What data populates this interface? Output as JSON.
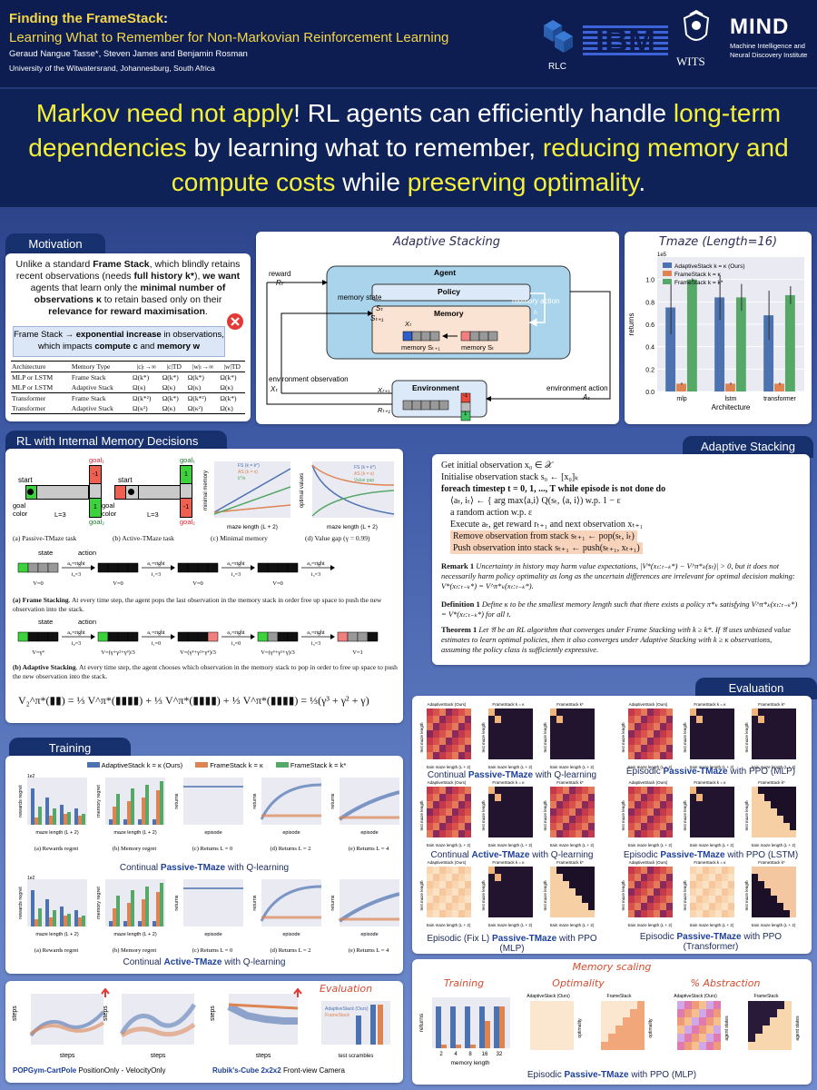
{
  "header": {
    "title_part1": "Finding the FrameStack",
    "title_part1_suffix": ":",
    "title_part2": "Learning What to Remember for Non-Markovian Reinforcement Learning",
    "authors": "Geraud Nangue Tasse*, Steven James and Benjamin Rosman",
    "affiliation": "University of the Witwatersrand, Johannesburg, South Africa",
    "logos": {
      "rlc": "RLC",
      "ibm": "IBM",
      "wits": "WITS",
      "mind": "MIND",
      "mind_sub": "Machine Intelligence and Neural Discovery Institute"
    }
  },
  "banner": {
    "seg1": "Markov need not apply",
    "seg2": "! RL agents can efficiently handle ",
    "seg3": "long-term dependencies",
    "seg4": " by learning what to remember, ",
    "seg5": "reducing memory and compute costs",
    "seg6": " while ",
    "seg7": "preserving optimality",
    "seg8": "."
  },
  "motivation": {
    "tab": "Motivation",
    "para_a": "Unlike a standard ",
    "para_b": "Frame Stack",
    "para_c": ", which blindly retains recent observations (needs ",
    "para_d": "full history k*",
    "para_e": "), ",
    "para_f": "we want",
    "para_g": " agents that learn only the ",
    "para_h": "minimal number of observations κ",
    "para_i": " to retain based only on their ",
    "para_j": "relevance for reward maximisation",
    "para_k": ".",
    "box_a": "Frame Stack → ",
    "box_b": "exponential increase",
    "box_c": " in observations, which impacts ",
    "box_d": "compute c",
    "box_e": " and ",
    "box_f": "memory w",
    "table_headers": [
      "Architecture",
      "Memory Type",
      "|c|ₜ→∞",
      "|c|TD",
      "|w|ₜ→∞",
      "|w|TD"
    ],
    "table_rows": [
      [
        "MLP or LSTM",
        "Frame Stack",
        "Ω(k*)",
        "Ω(k*)",
        "Ω(k*)",
        "Ω(k*)"
      ],
      [
        "MLP or LSTM",
        "Adaptive Stack",
        "Ω(κ)",
        "Ω(κ)",
        "Ω(κ)",
        "Ω(κ)"
      ],
      [
        "Transformer",
        "Frame Stack",
        "Ω(k*²)",
        "Ω(k*)",
        "Ω(k*²)",
        "Ω(k*)"
      ],
      [
        "Transformer",
        "Adaptive Stack",
        "Ω(κ²)",
        "Ω(κ)",
        "Ω(κ²)",
        "Ω(κ)"
      ]
    ]
  },
  "diagram": {
    "title": "Adaptive Stacking",
    "reward": "reward",
    "reward_sym": "Rₜ",
    "agent": "Agent",
    "memory_state": "memory state",
    "s_t": "Sₜ",
    "s_t1": "Sₜ₊₁",
    "policy": "Policy",
    "memory_action": "memory action",
    "i_t": "Iₜ",
    "memory": "Memory",
    "x_t": "Xₜ",
    "mem_s_t1": "memory Sₜ₊₁",
    "mem_s_t": "memory Sₜ",
    "env_obs": "environment observation",
    "env_obs_sym": "Xₜ",
    "environment": "Environment",
    "x_t1": "Xₜ₊₁",
    "r_t1": "Rₜ₊₁",
    "env_action": "environment action",
    "a_t": "Aₜ",
    "cells": [
      "-1",
      "",
      "1"
    ]
  },
  "tmaze_chart": {
    "title": "Tmaze (Length=16)",
    "scale": "1e5"
  },
  "chart_data": {
    "type": "bar",
    "categories": [
      "mlp",
      "lstm",
      "transformer"
    ],
    "series": [
      {
        "name": "AdaptiveStack k = κ (Ours)",
        "values": [
          0.75,
          0.84,
          0.68
        ],
        "err": [
          0.24,
          0.2,
          0.22
        ]
      },
      {
        "name": "FrameStack k = κ",
        "values": [
          0.07,
          0.07,
          0.07
        ],
        "err": [
          0.01,
          0.01,
          0.01
        ]
      },
      {
        "name": "FrameStack k = k*",
        "values": [
          1.0,
          0.84,
          0.86
        ],
        "err": [
          0.01,
          0.12,
          0.08
        ]
      }
    ],
    "xlabel": "Architecture",
    "ylabel": "returns",
    "ylim": [
      0,
      1.2
    ],
    "yticks": [
      "0.0",
      "0.2",
      "0.4",
      "0.6",
      "0.8",
      "1.0"
    ],
    "colors": [
      "#4c72b0",
      "#dd8452",
      "#55a868"
    ],
    "legend": "top"
  },
  "rl_internal": {
    "tab": "RL with Internal Memory Decisions",
    "start": "start",
    "goal_color": "goal color",
    "goal1": "goal₁",
    "goal2": "goal₂",
    "l3": "L=3",
    "cell_neg": "-1",
    "cell_pos": "1",
    "cap_a": "(a) Passive-TMaze task",
    "cap_b": "(b) Active-TMaze task",
    "cap_c": "(c) Minimal memory",
    "cap_d": "(d) Value gap (γ = 0.99)",
    "plot_c_xlabel": "maze length (L + 2)",
    "plot_c_ylabel": "minimal memory",
    "plot_c_legend": [
      "FS (k = k*)",
      "AS (k = κ)",
      "k*/κ"
    ],
    "plot_d_xlabel": "maze length (L + 2)",
    "plot_d_ylabel": "optimal values",
    "plot_d_legend": [
      "FS (k = k*)",
      "AS (k = κ)",
      "Value gap"
    ],
    "state": "state",
    "action": "action",
    "fs_steps": [
      "a₀=right, i₀=3",
      "a₁=right, i₁=3",
      "a₂=right, i₂=3",
      "a₃=right, i₃=3"
    ],
    "fs_values": [
      "V=0",
      "V=0",
      "V=0",
      "V=0"
    ],
    "fs_caption_bold": "(a) Frame Stacking",
    "fs_caption": ". At every time step, the agent pops the last observation in the memory stack in order free up space to push the new observation into the stack.",
    "as_steps": [
      "a₀=right, i₀=3",
      "a₁=right, i₁=0",
      "a₂=right, i₂=0",
      "a₃=right, i₃=3"
    ],
    "as_values": [
      "V=γ⁴",
      "V=(γ+γ²+γ³)/3",
      "V=(γ³+γ²+γ⁴)/3",
      "V=(γ³+γ²+γ)/3",
      "V=1"
    ],
    "as_caption_bold": "(b) Adaptive Stacking",
    "as_caption": ". At every time step, the agent chooses which observation in the memory stack to pop in order to free up space to push the new observation into the stack.",
    "equation": "V₂^π*(▮▮) = ⅓ V^π*(▮▮▮▮) + ⅓ V^π*(▮▮▮▮) + ⅓ V^π*(▮▮▮▮) = ⅓(γ³ + γ² + γ)"
  },
  "adaptive_stacking": {
    "tab": "Adaptive Stacking",
    "algo": [
      "Get initial observation x₀ ∈ 𝒳",
      "Initialise observation stack s₀ ← [x₀]ₖ",
      "foreach timestep t = 0, 1, ..., T while episode is not done do",
      "⟨aₜ, iₜ⟩ ← { arg max⟨a,i⟩ Q(sₜ, ⟨a, i⟩)   w.p. 1 − ε",
      "              a random action   w.p. ε",
      "Execute aₜ, get reward rₜ₊₁ and next observation xₜ₊₁",
      "Remove observation from stack sₜ₊₁ ← pop(sₜ, iₜ)",
      "Push observation into stack sₜ₊₁ ← push(sₜ₊₁, xₜ₊₁)"
    ],
    "remark_label": "Remark 1",
    "remark": "Uncertainty in history may harm value expectations, |V*(xₜ:ₜ₋ₖ*) − V^π*ₖ(sₜ)| > 0, but it does not necessarily harm policy optimality as long as the uncertain differences are irrelevant for optimal decision making: V*(xₜ:ₜ₋ₖ*) = V^π*ₖ(xₜ:ₜ₋ₖ*).",
    "def_label": "Definition 1",
    "def": "Define κ to be the smallest memory length such that there exists a policy π*ₖ satisfying V^π*ₖ(xₜ:ₜ₋ₖ*) = V*(xₜ:ₜ₋ₖ*) for all t.",
    "thm_label": "Theorem 1",
    "thm": "Let 𝔄 be an RL algorithm that converges under Frame Stacking with k ≥ k*. If 𝔄 uses unbiased value estimates to learn optimal policies, then it also converges under Adaptive Stacking with k ≥ κ observations, assuming the policy class is sufficiently expressive."
  },
  "evaluation": {
    "tab": "Evaluation",
    "hm_titles": [
      "AdaptiveStack (Ours)",
      "FrameStack k = κ",
      "FrameStack k*"
    ],
    "hm_xlabel": "train maze length (L + 2)",
    "hm_ylabel": "test maze length",
    "captions": [
      {
        "a": "Continual ",
        "b": "Passive-TMaze",
        "c": " with Q-learning"
      },
      {
        "a": "Episodic ",
        "b": "Passive-TMaze",
        "c": " with PPO (MLP)"
      },
      {
        "a": "Continual ",
        "b": "Active-TMaze",
        "c": " with Q-learning"
      },
      {
        "a": "Episodic ",
        "b": "Passive-TMaze",
        "c": " with PPO (LSTM)"
      },
      {
        "a": "Episodic (Fix L) ",
        "b": "Passive-TMaze",
        "c": " with PPO (MLP)"
      },
      {
        "a": "Episodic ",
        "b": "Passive-TMaze",
        "c": " with PPO (Transformer)"
      }
    ]
  },
  "training": {
    "tab": "Training",
    "legend": [
      "AdaptiveStack k = κ (Ours)",
      "FrameStack k = κ",
      "FrameStack k = k*"
    ],
    "caps": [
      "(a) Rewards regret",
      "(b) Memory regret",
      "(c) Returns L = 0",
      "(d) Returns L = 2",
      "(e) Returns L = 4"
    ],
    "xlab_a": "maze length (L + 2)",
    "xlab_c": "episode",
    "ylab_a": "rewards regret",
    "ylab_b": "memory regret",
    "ylab_c": "returns",
    "row1_caption_a": "Continual ",
    "row1_caption_b": "Passive-TMaze",
    "row1_caption_c": " with Q-learning",
    "row2_caption_a": "Continual ",
    "row2_caption_b": "Active-TMaze",
    "row2_caption_c": " with Q-learning",
    "scale": "1e2"
  },
  "bottom_left": {
    "evaluation_label": "Evaluation",
    "pop_caption_a": "POPGym-CartPole",
    "pop_caption_b": " PositionOnly - VelocityOnly",
    "rubik_caption_a": "Rubik's-Cube 2x2x2",
    "rubik_caption_b": " Front-view Camera",
    "steps_label": "steps",
    "scramble_label": "test scrambles",
    "rubik_legend": [
      "AdaptiveStack (Ours)",
      "FrameStack"
    ]
  },
  "memory_scaling": {
    "title": "Memory scaling",
    "training": "Training",
    "optimality": "Optimality",
    "abstraction": "% Abstraction",
    "bar_xlabel": "memory length",
    "bar_ylabel": "returns",
    "bar_categories": [
      "2",
      "4",
      "8",
      "16",
      "32"
    ],
    "caption_a": "Episodic ",
    "caption_b": "Passive-TMaze",
    "caption_c": " with PPO (MLP)",
    "hm_titles": [
      "AdaptiveStack (Ours)",
      "FrameStack"
    ],
    "opt_label": "optimality",
    "agent_label": "agent states"
  }
}
